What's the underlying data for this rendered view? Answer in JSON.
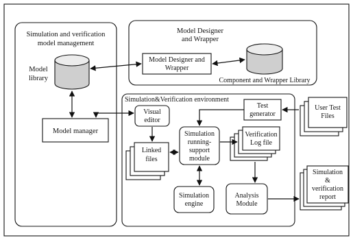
{
  "sections": {
    "management_title_1": "Simulation and verification",
    "management_title_2": "model management",
    "designer_title_1": "Model Designer",
    "designer_title_2": "and Wrapper",
    "environment_title": "Simulation&Verification environment"
  },
  "nodes": {
    "model_library_1": "Model",
    "model_library_2": "library",
    "model_designer_box_1": "Model Designer and",
    "model_designer_box_2": "Wrapper",
    "component_library": "Component and Wrapper Library",
    "model_manager": "Model manager",
    "visual_editor_1": "Visual",
    "visual_editor_2": "editor",
    "linked_files_1": "Linked",
    "linked_files_2": "files",
    "sim_support_1": "Simulation",
    "sim_support_2": "running-",
    "sim_support_3": "support",
    "sim_support_4": "module",
    "test_generator_1": "Test",
    "test_generator_2": "generator",
    "user_test_1": "User Test",
    "user_test_2": "Files",
    "verif_log_1": "Verification",
    "verif_log_2": "Log file",
    "sim_engine_1": "Simulation",
    "sim_engine_2": "engine",
    "analysis_1": "Analysis",
    "analysis_2": "Module",
    "report_1": "Simulation",
    "report_2": "&",
    "report_3": "verification",
    "report_4": "report"
  }
}
